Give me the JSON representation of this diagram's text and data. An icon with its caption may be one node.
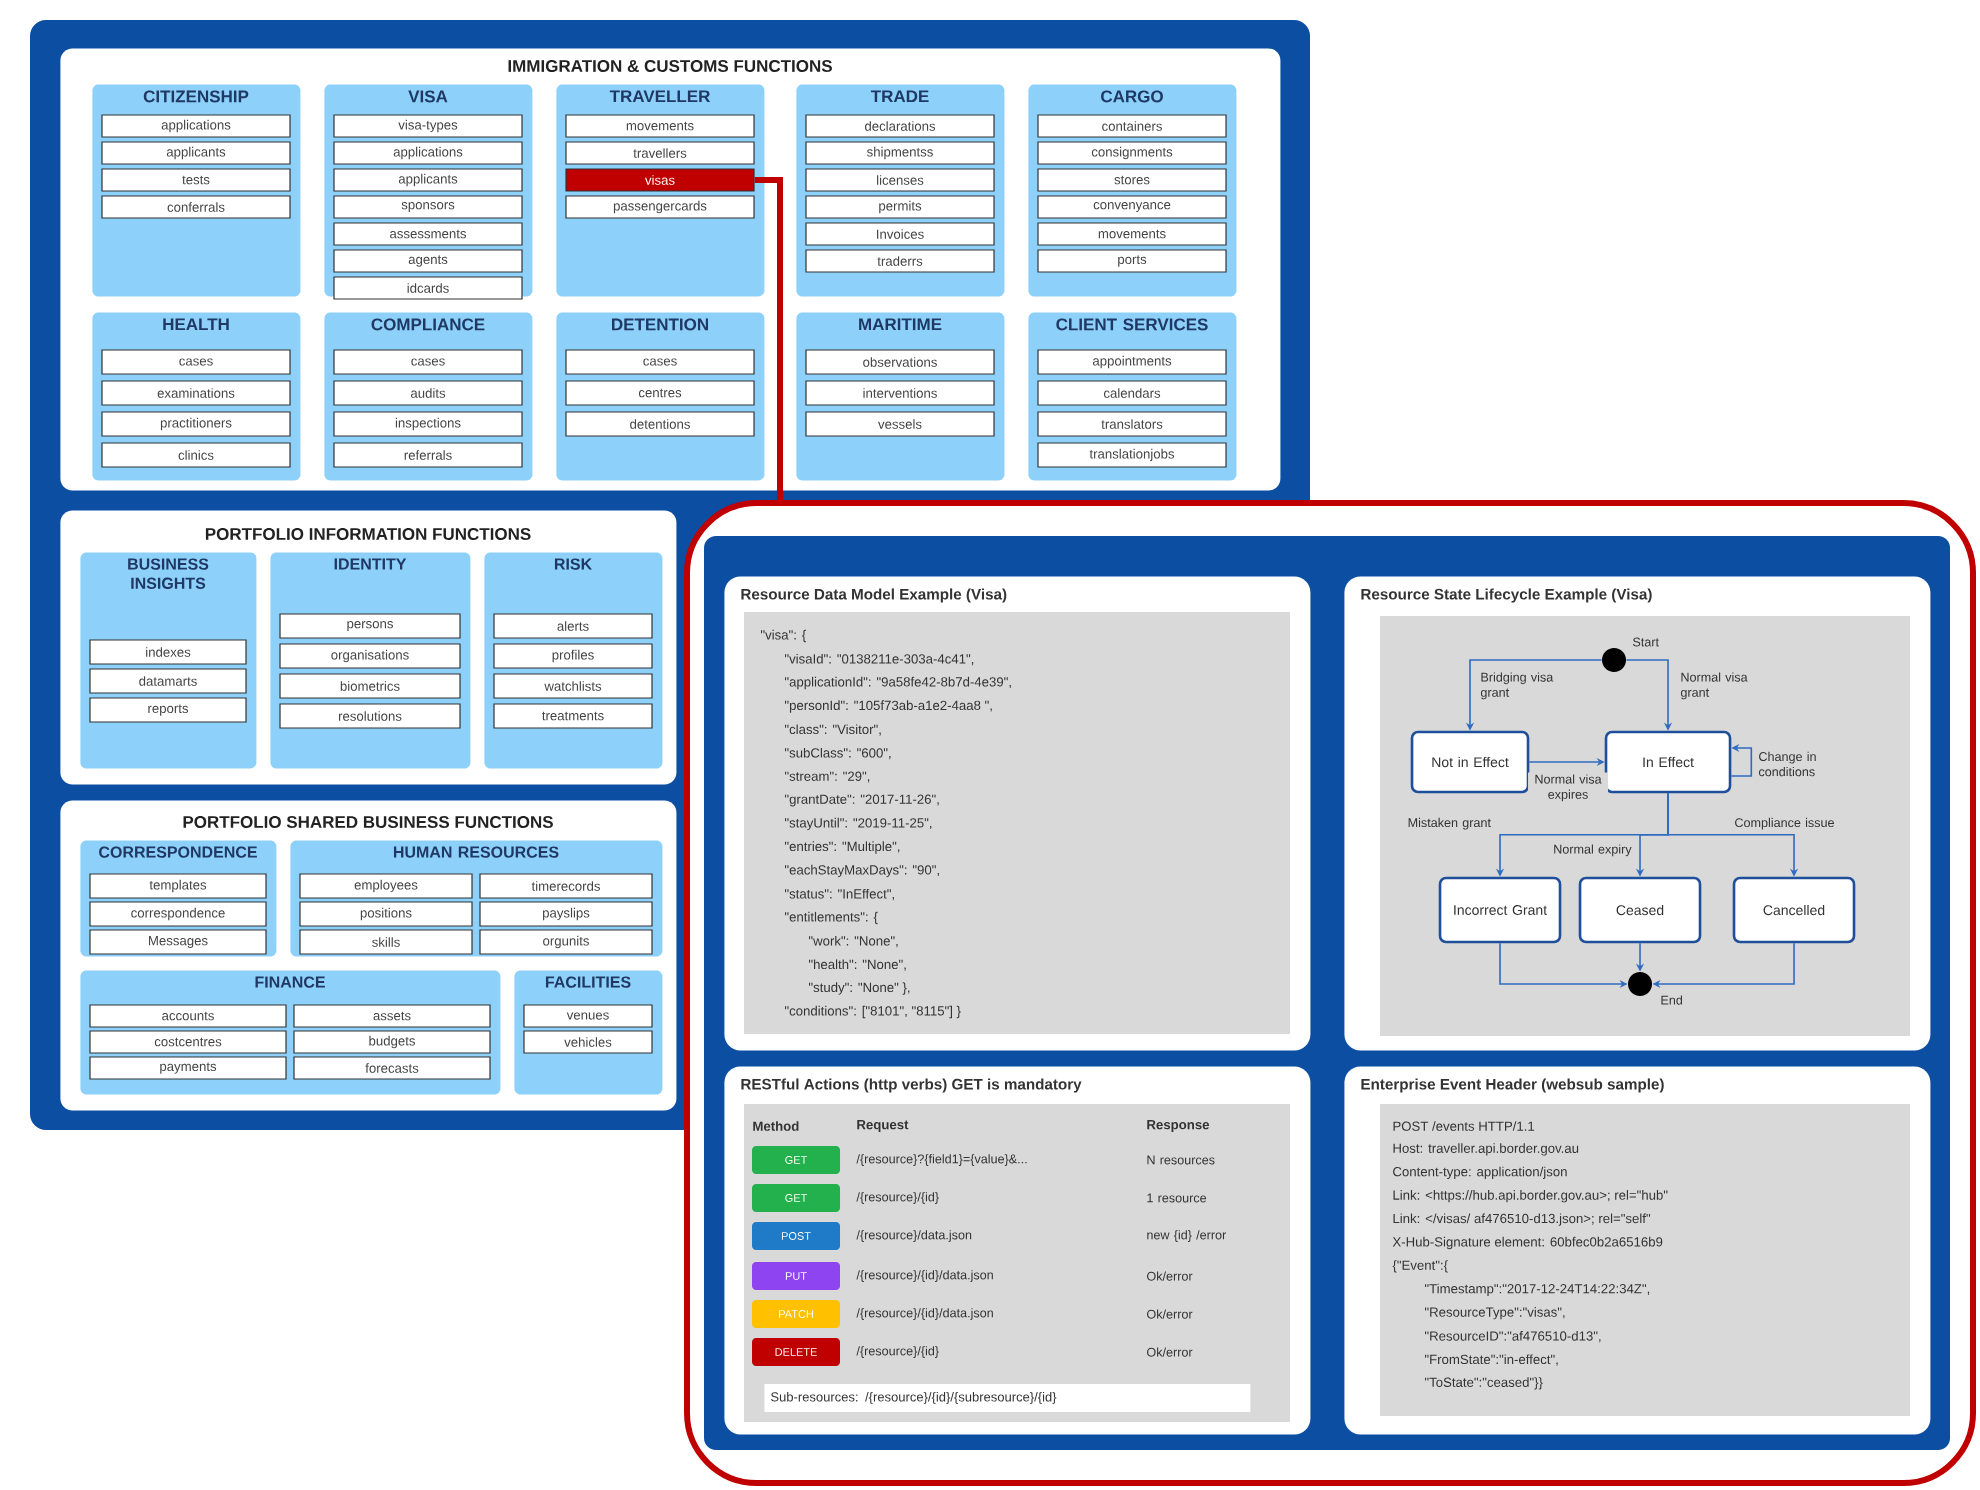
{
  "diagram": {
    "nodes": [
      {
        "text": [
          "IMMIGRATION & CUSTOMS FUNCTIONS"
        ]
      },
      {
        "text": [
          "CITIZENSHIP"
        ],
        "in": 0
      },
      {
        "text": [
          "applications"
        ],
        "in": 1
      },
      {
        "text": [
          "applicants"
        ],
        "in": 1
      },
      {
        "text": [
          "tests"
        ],
        "in": 1
      },
      {
        "text": [
          "conferrals"
        ],
        "in": 1
      },
      {
        "text": [
          "VISA"
        ],
        "in": 0
      },
      {
        "text": [
          "visa-types"
        ],
        "in": 6
      },
      {
        "text": [
          "applications"
        ],
        "in": 6
      },
      {
        "text": [
          "applicants"
        ],
        "in": 6
      },
      {
        "text": [
          "sponsors"
        ],
        "in": 6
      },
      {
        "text": [
          "assessments"
        ],
        "in": 6
      },
      {
        "text": [
          "agents"
        ],
        "in": 6
      },
      {
        "text": [
          "idcards"
        ],
        "in": 6
      },
      {
        "text": [
          "TRAVELLER"
        ],
        "in": 0
      },
      {
        "text": [
          "movements"
        ],
        "in": 14
      },
      {
        "text": [
          "travellers"
        ],
        "in": 14
      },
      {
        "text": [
          "visas"
        ],
        "in": 14
      },
      {
        "text": [
          "passengercards"
        ],
        "in": 14
      },
      {
        "text": [
          "TRADE"
        ],
        "in": 0
      },
      {
        "text": [
          "declarations"
        ],
        "in": 19
      },
      {
        "text": [
          "shipmentss"
        ],
        "in": 19
      },
      {
        "text": [
          "licenses"
        ],
        "in": 19
      },
      {
        "text": [
          "permits"
        ],
        "in": 19
      },
      {
        "text": [
          "Invoices"
        ],
        "in": 19
      },
      {
        "text": [
          "traderrs"
        ],
        "in": 19
      },
      {
        "text": [
          "CARGO"
        ],
        "in": 0
      },
      {
        "text": [
          "containers"
        ],
        "in": 26
      },
      {
        "text": [
          "consignments"
        ],
        "in": 26
      },
      {
        "text": [
          "stores"
        ],
        "in": 26
      },
      {
        "text": [
          "convenyance"
        ],
        "in": 26
      },
      {
        "text": [
          "movements"
        ],
        "in": 26
      },
      {
        "text": [
          "ports"
        ],
        "in": 26
      },
      {
        "text": [
          "HEALTH"
        ],
        "in": 0
      },
      {
        "text": [
          "cases"
        ],
        "in": 33
      },
      {
        "text": [
          "examinations"
        ],
        "in": 33
      },
      {
        "text": [
          "practitioners"
        ],
        "in": 33
      },
      {
        "text": [
          "clinics"
        ],
        "in": 33
      },
      {
        "text": [
          "COMPLIANCE"
        ],
        "in": 0
      },
      {
        "text": [
          "cases"
        ],
        "in": 38
      },
      {
        "text": [
          "audits"
        ],
        "in": 38
      },
      {
        "text": [
          "inspections"
        ],
        "in": 38
      },
      {
        "text": [
          "referrals"
        ],
        "in": 38
      },
      {
        "text": [
          "DETENTION"
        ],
        "in": 0
      },
      {
        "text": [
          "cases"
        ],
        "in": 43
      },
      {
        "text": [
          "centres"
        ],
        "in": 43
      },
      {
        "text": [
          "detentions"
        ],
        "in": 43
      },
      {
        "text": [
          "MARITIME"
        ],
        "in": 0
      },
      {
        "text": [
          "observations"
        ],
        "in": 47
      },
      {
        "text": [
          "interventions"
        ],
        "in": 47
      },
      {
        "text": [
          "vessels"
        ],
        "in": 47
      },
      {
        "text": [
          "CLIENT SERVICES"
        ],
        "in": 0
      },
      {
        "text": [
          "appointments"
        ],
        "in": 51
      },
      {
        "text": [
          "calendars"
        ],
        "in": 51
      },
      {
        "text": [
          "translators"
        ],
        "in": 51
      },
      {
        "text": [
          "translationjobs"
        ],
        "in": 51
      },
      {
        "text": [
          "PORTFOLIO INFORMATION FUNCTIONS"
        ]
      },
      {
        "text": [
          "BUSINESS INSIGHTS"
        ],
        "in": 56
      },
      {
        "text": [
          "indexes"
        ],
        "in": 57
      },
      {
        "text": [
          "datamarts"
        ],
        "in": 57
      },
      {
        "text": [
          "reports"
        ],
        "in": 57
      },
      {
        "text": [
          "IDENTITY"
        ],
        "in": 56
      },
      {
        "text": [
          "persons"
        ],
        "in": 61
      },
      {
        "text": [
          "organisations"
        ],
        "in": 61
      },
      {
        "text": [
          "biometrics"
        ],
        "in": 61
      },
      {
        "text": [
          "resolutions"
        ],
        "in": 61
      },
      {
        "text": [
          "RISK"
        ],
        "in": 56
      },
      {
        "text": [
          "alerts"
        ],
        "in": 66
      },
      {
        "text": [
          "profiles"
        ],
        "in": 66
      },
      {
        "text": [
          "watchlists"
        ],
        "in": 66
      },
      {
        "text": [
          "treatments"
        ],
        "in": 66
      },
      {
        "text": [
          "PORTFOLIO SHARED BUSINESS FUNCTIONS"
        ]
      },
      {
        "text": [
          "CORRESPONDENCE"
        ],
        "in": 71
      },
      {
        "text": [
          "templates"
        ],
        "in": 72
      },
      {
        "text": [
          "correspondence"
        ],
        "in": 72
      },
      {
        "text": [
          "Messages"
        ],
        "in": 72
      },
      {
        "text": [
          "HUMAN RESOURCES"
        ],
        "in": 71
      },
      {
        "text": [
          "employees"
        ],
        "in": 76
      },
      {
        "text": [
          "positions"
        ],
        "in": 76
      },
      {
        "text": [
          "skills"
        ],
        "in": 76
      },
      {
        "text": [
          "timerecords"
        ],
        "in": 76
      },
      {
        "text": [
          "payslips"
        ],
        "in": 76
      },
      {
        "text": [
          "orgunits"
        ],
        "in": 76
      },
      {
        "text": [
          "FINANCE"
        ],
        "in": 71
      },
      {
        "text": [
          "accounts"
        ],
        "in": 83
      },
      {
        "text": [
          "costcentres"
        ],
        "in": 83
      },
      {
        "text": [
          "payments"
        ],
        "in": 83
      },
      {
        "text": [
          "assets"
        ],
        "in": 83
      },
      {
        "text": [
          "budgets"
        ],
        "in": 83
      },
      {
        "text": [
          "forecasts"
        ],
        "in": 83
      },
      {
        "text": [
          "FACILITIES"
        ],
        "in": 71
      },
      {
        "text": [
          "venues"
        ],
        "in": 90
      },
      {
        "text": [
          "vehicles"
        ],
        "in": 90
      },
      {
        "text": [],
        "shape": "box"
      },
      {
        "text": [
          "Resource Data Model Example (Visa)",
          "\"visa\": {",
          "\"visaId\": \"0138211e-303a-4c41\",",
          "\"applicationId\": \"9a58fe42-8b7d-4e39\",",
          "\"personId\": \"105f73ab-a1e2-4aa8 \",",
          "\"class\": \"Visitor\",",
          "\"subClass\": \"600\",",
          "\"stream\": \"29\",",
          "\"grantDate\": \"2017-11-26\",",
          "\"stayUntil\": \"2019-11-25\",",
          "\"entries\": \"Multiple\",",
          "\"eachStayMaxDays\": \"90\",",
          "\"status\": \"InEffect\",",
          "\"entitlements\": {",
          "\"work\": \"None\",",
          "\"health\": \"None\",",
          "\"study\": \"None\" },",
          "\"conditions\": [\"8101\", \"8115\"] }"
        ],
        "in": 93
      },
      {
        "text": [
          "Resource State Lifecycle Example (Visa)"
        ],
        "in": 93
      },
      {
        "text": [],
        "shape": "circle",
        "beside": [
          "Start"
        ],
        "in": 95
      },
      {
        "text": [
          "Not in Effect"
        ],
        "in": 95
      },
      {
        "text": [
          "In Effect"
        ],
        "in": 95
      },
      {
        "text": [
          "Incorrect Grant"
        ],
        "in": 95
      },
      {
        "text": [
          "Ceased"
        ],
        "in": 95
      },
      {
        "text": [
          "Cancelled"
        ],
        "in": 95
      },
      {
        "text": [],
        "shape": "circle",
        "beside": [
          "End"
        ],
        "in": 95
      },
      {
        "text": [
          "RESTful Actions (http verbs) GET is mandatory"
        ],
        "in": 93
      },
      {
        "text": [
          "GET"
        ],
        "in": 103
      },
      {
        "text": [
          "GET"
        ],
        "in": 103
      },
      {
        "text": [
          "POST"
        ],
        "in": 103
      },
      {
        "text": [
          "PUT"
        ],
        "in": 103
      },
      {
        "text": [
          "PATCH"
        ],
        "in": 103
      },
      {
        "text": [
          "DELETE"
        ],
        "in": 103
      },
      {
        "text": [
          "Sub-resources: /{resource}/{id}/{subresource}/{id}"
        ],
        "in": 103
      },
      {
        "text": [
          "Enterprise Event Header (websub sample)",
          "POST /events HTTP/1.1",
          "Host: traveller.api.border.gov.au",
          "Content-type: application/json",
          "Link: <https://hub.api.border.gov.au>; rel=\"hub\"",
          "Link: </visas/ af476510-d13.json>; rel=\"self\"",
          "X-Hub-Signature element: 60bfec0b2a6516b9",
          "{\"Event\":{",
          "\"Timestamp\":\"2017-12-24T14:22:34Z\",",
          "\"ResourceType\":\"visas\",",
          "\"ResourceID\":\"af476510-d13\",",
          "\"FromState\":\"in-effect\",",
          "\"ToState\":\"ceased\"}}"
        ],
        "in": 93
      }
    ],
    "edges": [
      {
        "from": 17,
        "to": 93,
        "arrow": "none",
        "style": "thick",
        "color": "#c00000"
      },
      {
        "from": 96,
        "to": 97,
        "arrow": "to",
        "label": "Bridging visa grant"
      },
      {
        "from": 96,
        "to": 98,
        "arrow": "to",
        "label": "Normal visa grant"
      },
      {
        "from": 97,
        "to": 98,
        "arrow": "to",
        "label": "Normal visa expires"
      },
      {
        "from": 98,
        "to": 98,
        "arrow": "to",
        "label": "Change in conditions"
      },
      {
        "from": 98,
        "to": 99,
        "arrow": "to",
        "label": "Mistaken grant"
      },
      {
        "from": 98,
        "to": 100,
        "arrow": "to",
        "label": "Normal expiry"
      },
      {
        "from": 98,
        "to": 101,
        "arrow": "to",
        "label": "Compliance issue"
      },
      {
        "from": 99,
        "to": 102,
        "arrow": "to"
      },
      {
        "from": 100,
        "to": 102,
        "arrow": "to"
      },
      {
        "from": 101,
        "to": 102,
        "arrow": "to"
      }
    ],
    "labels": [
      "Method",
      "Request",
      "Response",
      "/{resource}?{field1}={value}&...",
      "N resources",
      "/{resource}/{id}",
      "1 resource",
      "/{resource}/data.json",
      "new {id} /error",
      "/{resource}/{id}/data.json",
      "Ok/error",
      "/{resource}/{id}/data.json",
      "Ok/error",
      "/{resource}/{id}",
      "Ok/error"
    ]
  }
}
